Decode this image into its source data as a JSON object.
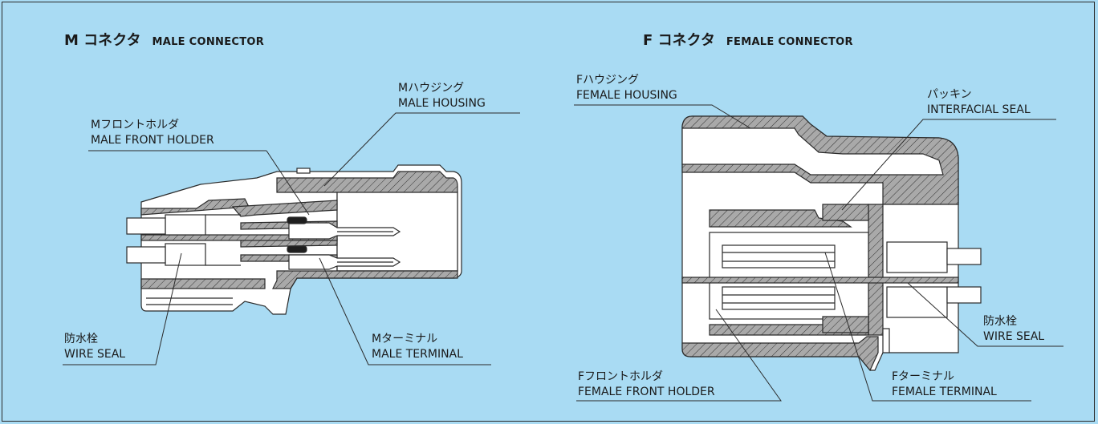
{
  "colors": {
    "background": "#a9dbf3",
    "section_fill": "#a9a9a9",
    "body_fill": "#ffffff",
    "outline": "#2a2a2a",
    "seal_fill": "#1e1e1e"
  },
  "male": {
    "title_jp": "M コネクタ",
    "title_en": "MALE CONNECTOR",
    "labels": [
      {
        "jp": "Mハウジング",
        "en": "MALE HOUSING"
      },
      {
        "jp": "Mフロントホルダ",
        "en": "MALE FRONT HOLDER"
      },
      {
        "jp": "防水栓",
        "en": "WIRE SEAL"
      },
      {
        "jp": "Mターミナル",
        "en": "MALE TERMINAL"
      }
    ]
  },
  "female": {
    "title_jp": "F コネクタ",
    "title_en": "FEMALE CONNECTOR",
    "labels": [
      {
        "jp": "Fハウジング",
        "en": "FEMALE HOUSING"
      },
      {
        "jp": "パッキン",
        "en": "INTERFACIAL SEAL"
      },
      {
        "jp": "防水栓",
        "en": "WIRE SEAL"
      },
      {
        "jp": "Fフロントホルダ",
        "en": "FEMALE FRONT HOLDER"
      },
      {
        "jp": "Fターミナル",
        "en": "FEMALE TERMINAL"
      }
    ]
  }
}
